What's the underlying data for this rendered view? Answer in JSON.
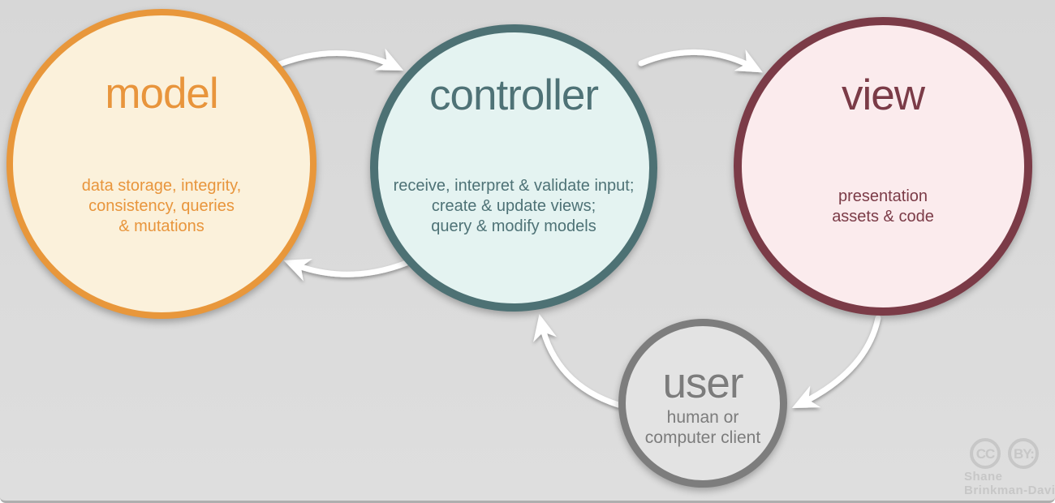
{
  "diagram_type": "mvc-architecture",
  "background": {
    "top_color": "#d7d7d7",
    "bottom_color": "#dedede",
    "bottom_edge_color": "#aeaeae"
  },
  "nodes": {
    "model": {
      "label": "model",
      "desc_lines": [
        "data storage, integrity,",
        "consistency, queries",
        "& mutations"
      ],
      "border_color": "#e8973b",
      "fill_color": "#fbf1db",
      "text_color": "#e8953c"
    },
    "controller": {
      "label": "controller",
      "desc_lines": [
        "receive, interpret & validate input;",
        "create & update views;",
        "query & modify models"
      ],
      "border_color": "#4d7174",
      "fill_color": "#e4f3f1",
      "text_color": "#4e7276"
    },
    "view": {
      "label": "view",
      "desc_lines": [
        "presentation",
        "assets & code"
      ],
      "border_color": "#7b3b47",
      "fill_color": "#fbebed",
      "text_color": "#7b3b47"
    },
    "user": {
      "label": "user",
      "desc_lines": [
        "human or",
        "computer client"
      ],
      "border_color": "#7d7d7d",
      "fill_color": "#e3e3e3",
      "text_color": "#7c7c7c"
    }
  },
  "arrows": {
    "color": "#ffffff",
    "connections": [
      {
        "from": "model",
        "to": "controller"
      },
      {
        "from": "controller",
        "to": "view"
      },
      {
        "from": "controller",
        "to": "model"
      },
      {
        "from": "view",
        "to": "user"
      },
      {
        "from": "user",
        "to": "controller"
      }
    ]
  },
  "attribution": {
    "cc_badge": "CC",
    "by_badge": "BY:",
    "author_line1": "Shane",
    "author_line2": "Brinkman-Davis"
  }
}
